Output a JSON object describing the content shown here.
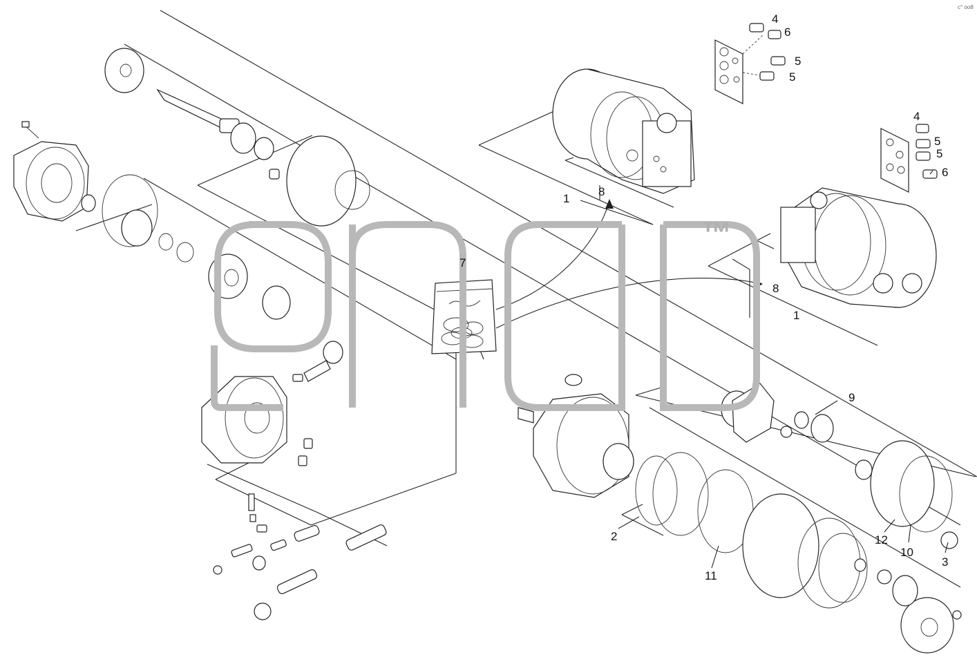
{
  "diagram": {
    "watermark_trademark": "™",
    "corner_mark": "c° oo8",
    "callouts": {
      "c4a": "4",
      "c6a": "6",
      "c5a": "5",
      "c5b": "5",
      "c1a": "1",
      "c8a": "8",
      "c4b": "4",
      "c5c": "5",
      "c5d": "5",
      "c6b": "6",
      "c7": "7",
      "c8b": "8",
      "c1b": "1",
      "c9": "9",
      "c2": "2",
      "c11": "11",
      "c12": "12",
      "c10": "10",
      "c3": "3"
    }
  }
}
